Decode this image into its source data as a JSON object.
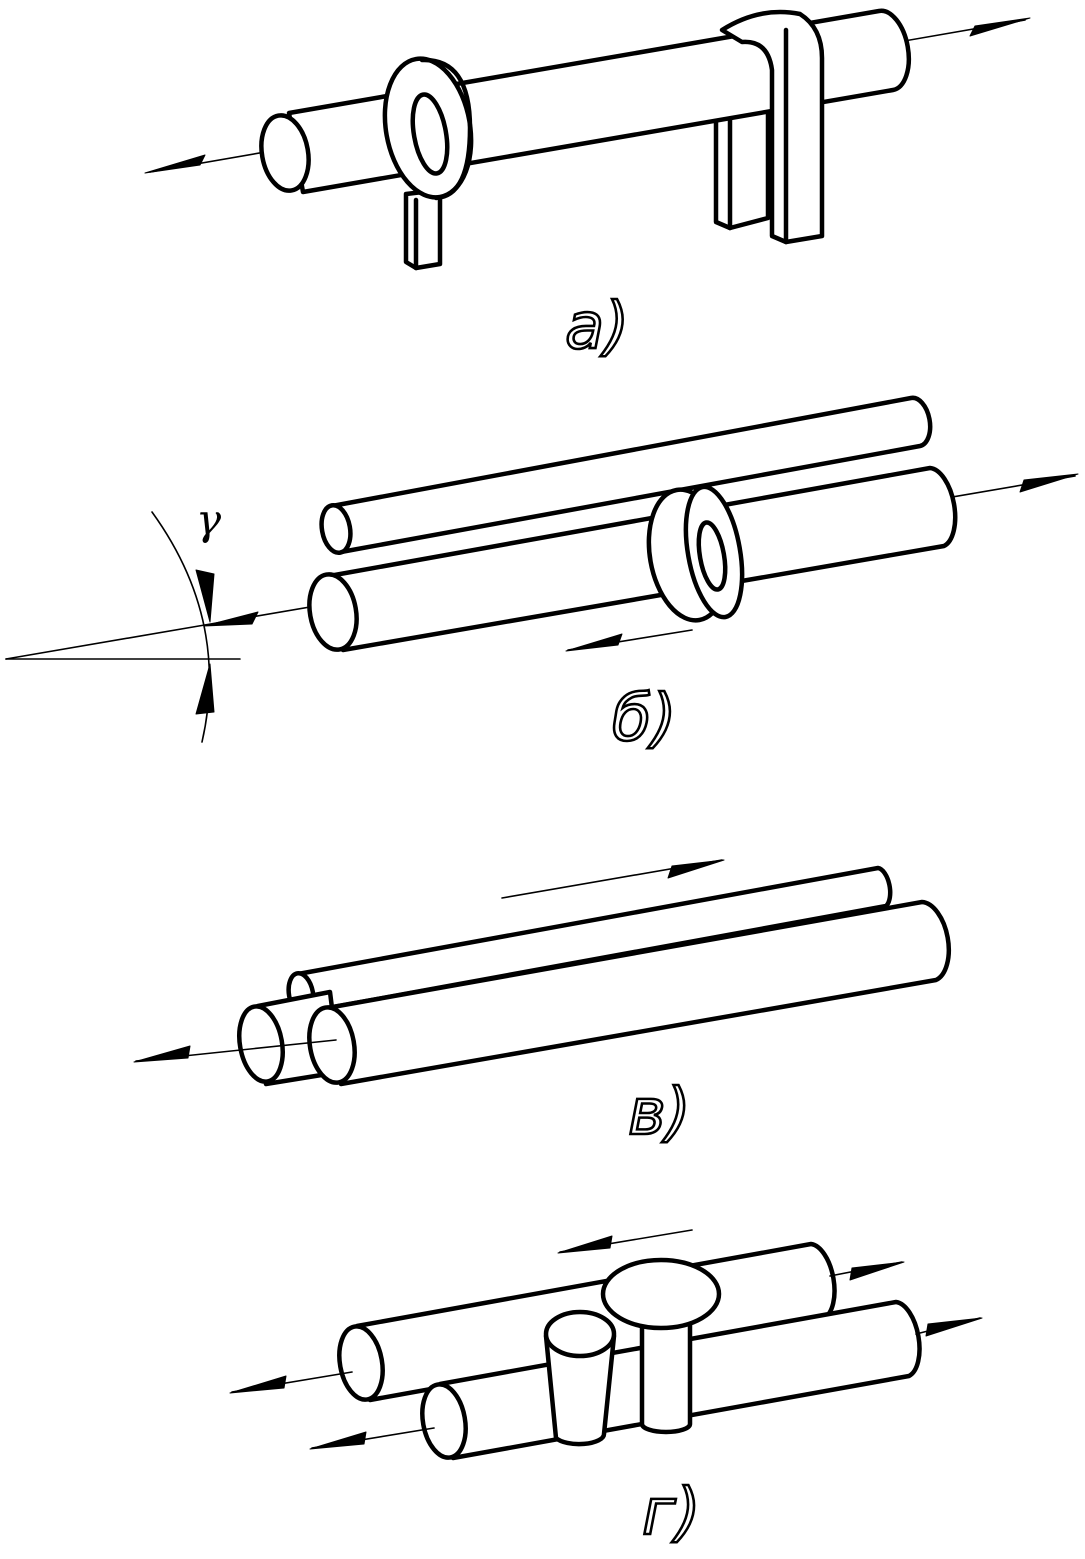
{
  "figure": {
    "panels": [
      {
        "id": "a",
        "label": "а)"
      },
      {
        "id": "b",
        "label": "б)",
        "angle_symbol": "γ"
      },
      {
        "id": "v",
        "label": "в)"
      },
      {
        "id": "g",
        "label": "г)"
      }
    ]
  },
  "colors": {
    "stroke": "#000000",
    "background": "#ffffff"
  }
}
